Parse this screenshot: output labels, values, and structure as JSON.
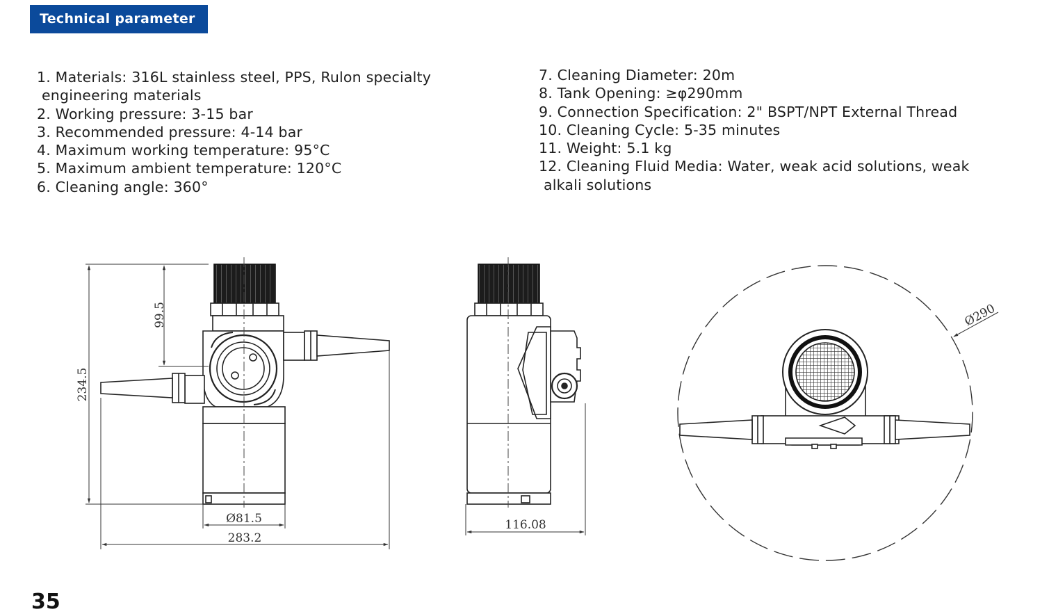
{
  "header": {
    "title": "Technical parameter"
  },
  "specs_left": [
    "1. Materials: 316L stainless steel, PPS, Rulon specialty",
    "engineering materials",
    "2. Working pressure: 3-15 bar",
    "3. Recommended pressure: 4-14 bar",
    "4. Maximum working temperature: 95°C",
    "5. Maximum ambient temperature: 120°C",
    "6. Cleaning angle: 360°"
  ],
  "specs_right": [
    "7. Cleaning Diameter: 20m",
    "8. Tank Opening: ≥φ290mm",
    "9. Connection Specification: 2\" BSPT/NPT External Thread",
    "10. Cleaning Cycle: 5-35 minutes",
    "11. Weight: 5.1 kg",
    "12. Cleaning Fluid Media: Water, weak acid solutions, weak",
    "alkali solutions"
  ],
  "dimensions": {
    "top_height": "99.5",
    "total_height": "234.5",
    "body_diameter": "Ø81.5",
    "total_width": "283.2",
    "side_depth": "116.08",
    "tank_opening": "Ø290"
  },
  "page_number": "35"
}
